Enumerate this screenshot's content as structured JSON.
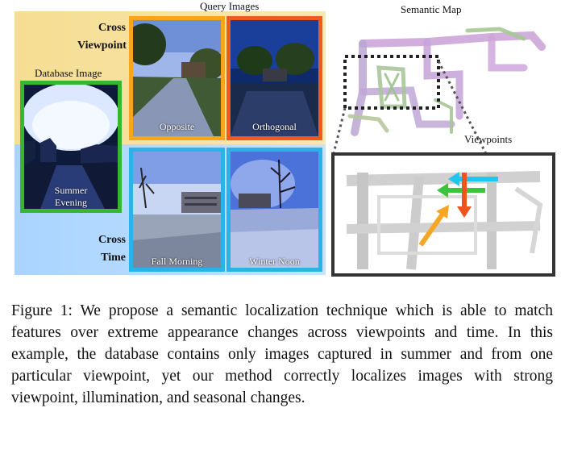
{
  "figure": {
    "query_images_title": "Query Images",
    "database_image_title": "Database Image",
    "cross_viewpoint": [
      "Cross",
      "Viewpoint"
    ],
    "cross_time": [
      "Cross",
      "Time"
    ],
    "semantic_map_title": "Semantic Map",
    "viewpoints_title": "Viewpoints",
    "database_caption": [
      "Summer",
      "Evening"
    ],
    "queries": [
      {
        "label": "Opposite",
        "border_color": "#f7a51c"
      },
      {
        "label": "Orthogonal",
        "border_color": "#ef5a1f"
      },
      {
        "label": "Fall Morning",
        "border_color": "#2ab3e6"
      },
      {
        "label": "Winter Noon",
        "border_color": "#2ab3e6"
      }
    ],
    "database_border_color": "#35b82f",
    "band_colors": {
      "top": "#f6dd92",
      "bottom": "#a9d4ff"
    },
    "arrow_colors": {
      "cyan": "#22c4f0",
      "green": "#3cc43c",
      "red": "#f0541e",
      "orange": "#f5a623"
    }
  },
  "caption": {
    "prefix": "Figure 1:",
    "text": "We propose a semantic localization technique which is able to match features over extreme appearance changes across viewpoints and time. In this example, the database contains only images captured in summer and from one particular viewpoint, yet our method correctly localizes images with strong viewpoint, illumination, and seasonal changes."
  }
}
